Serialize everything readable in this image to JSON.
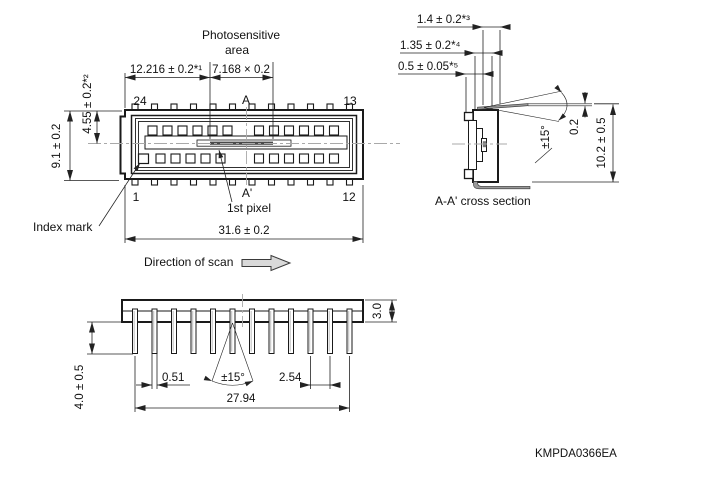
{
  "drawing": {
    "top_view": {
      "photosensitive_line1": "Photosensitive",
      "photosensitive_line2": "area",
      "dim_first_pixel_offset": "12.216 ± 0.2*¹",
      "dim_ps_area": "7.168 × 0.2",
      "dim_center_height": "4.55 ± 0.2*²",
      "dim_body_height": "9.1 ± 0.2",
      "dim_body_width": "31.6 ± 0.2",
      "pin_top_left": "24",
      "pin_top_right": "13",
      "pin_bottom_left": "1",
      "pin_bottom_right": "12",
      "section_mark_top": "A",
      "section_mark_bottom": "A'",
      "first_pixel": "1st pixel",
      "index_mark": "Index mark",
      "direction_of_scan": "Direction of scan"
    },
    "cross_section_view": {
      "dim_lead_offset": "1.4 ± 0.2*³",
      "dim_window_offset": "1.35 ± 0.2*⁴",
      "dim_window_thickness": "0.5 ± 0.05*⁵",
      "dim_lead_bend_angle": "±15°",
      "dim_lead_thickness": "0.2",
      "dim_total_height": "10.2 ± 0.5",
      "caption": "A-A' cross section"
    },
    "side_view": {
      "dim_body_thickness": "3.0",
      "dim_lead_length": "4.0 ± 0.5",
      "dim_lead_width": "0.51",
      "dim_lead_tip_angle": "±15°",
      "dim_lead_pitch": "2.54",
      "dim_lead_span": "27.94"
    },
    "footer": {
      "document_number": "KMPDA0366EA"
    }
  }
}
